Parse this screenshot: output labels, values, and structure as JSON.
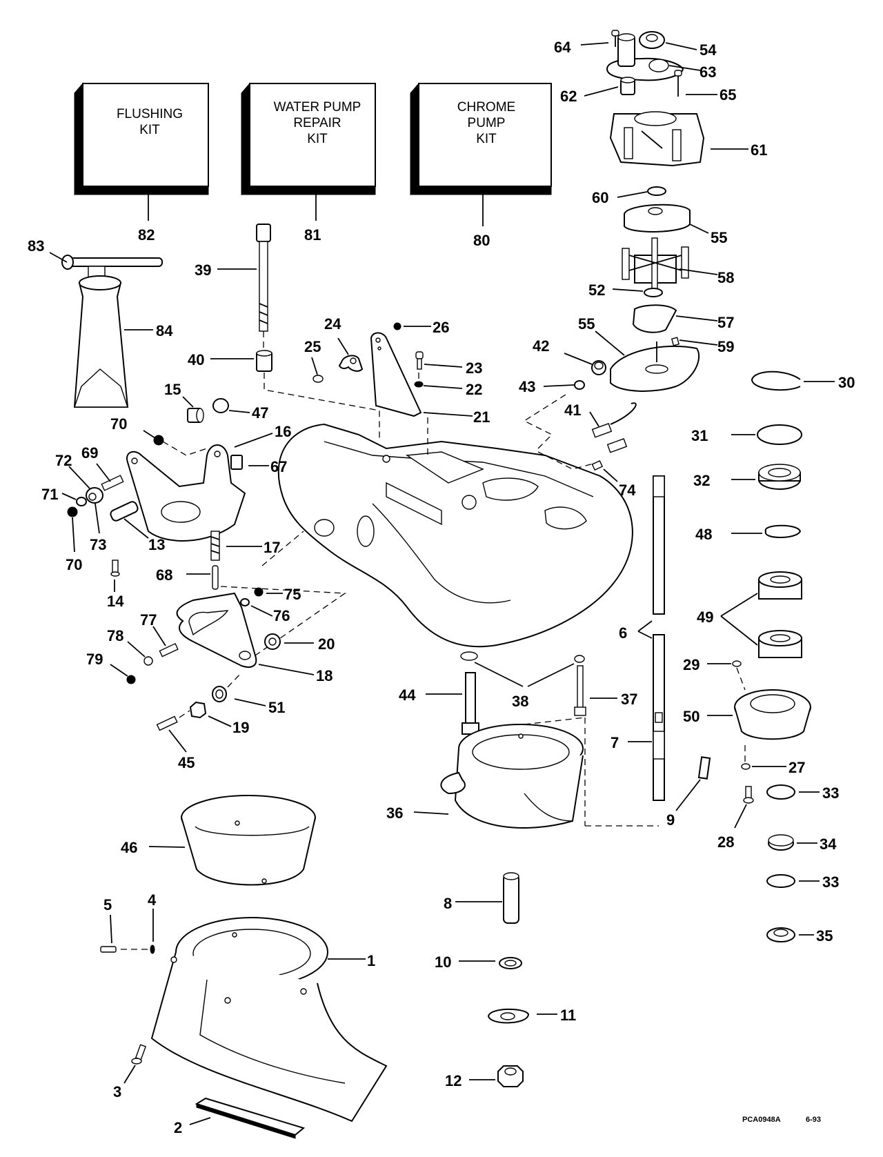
{
  "diagram": {
    "title": "Jet Pump Exploded Parts Diagram",
    "footer": {
      "code": "PCA0948A",
      "date": "6-93"
    },
    "kits": [
      {
        "ref": "82",
        "lines": [
          "FLUSHING",
          "KIT"
        ]
      },
      {
        "ref": "81",
        "lines": [
          "WATER PUMP",
          "REPAIR",
          "KIT"
        ]
      },
      {
        "ref": "80",
        "lines": [
          "CHROME",
          "PUMP",
          "KIT"
        ]
      }
    ],
    "callouts": [
      "64",
      "54",
      "63",
      "62",
      "65",
      "61",
      "60",
      "55",
      "58",
      "52",
      "57",
      "55",
      "59",
      "30",
      "31",
      "32",
      "48",
      "49",
      "6",
      "29",
      "50",
      "27",
      "33",
      "34",
      "33",
      "35",
      "28",
      "9",
      "7",
      "37",
      "38",
      "44",
      "36",
      "8",
      "10",
      "11",
      "12",
      "83",
      "84",
      "39",
      "40",
      "15",
      "47",
      "70",
      "16",
      "67",
      "72",
      "69",
      "71",
      "73",
      "13",
      "70",
      "17",
      "68",
      "14",
      "75",
      "76",
      "20",
      "77",
      "78",
      "79",
      "18",
      "51",
      "19",
      "45",
      "46",
      "5",
      "4",
      "1",
      "3",
      "2",
      "24",
      "26",
      "25",
      "23",
      "22",
      "21",
      "42",
      "43",
      "41",
      "74"
    ]
  }
}
